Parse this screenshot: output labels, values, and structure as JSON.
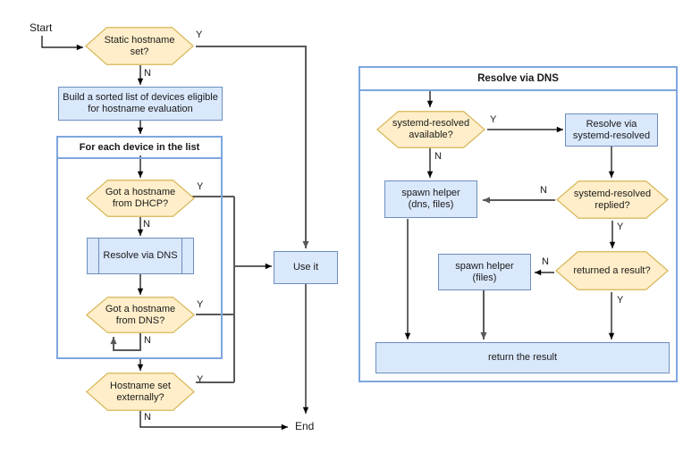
{
  "colors": {
    "hex_fill": "#ffeec9",
    "hex_stroke": "#d6b656",
    "rect_fill": "#dae8fc",
    "rect_stroke": "#6c8ebf",
    "container_stroke": "#7ea6e0",
    "line_dark": "#000000",
    "line_gray": "#595959",
    "text": "#1a1a1a"
  },
  "labels": {
    "start": "Start",
    "end": "End",
    "yes": "Y",
    "no": "N"
  },
  "main_flow": {
    "static_hostname": "Static hostname set?",
    "build_list": "Build a sorted list of devices eligible for hostname evaluation",
    "loop_title": "For each device in the list",
    "dhcp_hostname": "Got a hostname from DHCP?",
    "resolve_dns_subprocess": "Resolve via DNS",
    "dns_hostname": "Got a hostname from DNS?",
    "hostname_externally": "Hostname set externally?",
    "use_it": "Use it"
  },
  "resolve_dns_detail": {
    "title": "Resolve via DNS",
    "resolved_available": "systemd-resolved available?",
    "resolve_via_systemd": "Resolve via systemd-resolved",
    "spawn_helper_dns_files": "spawn helper (dns, files)",
    "resolved_replied": "systemd-resolved replied?",
    "returned_result": "returned a result?",
    "spawn_helper_files": "spawn helper (files)",
    "return_the_result": "return the result"
  }
}
